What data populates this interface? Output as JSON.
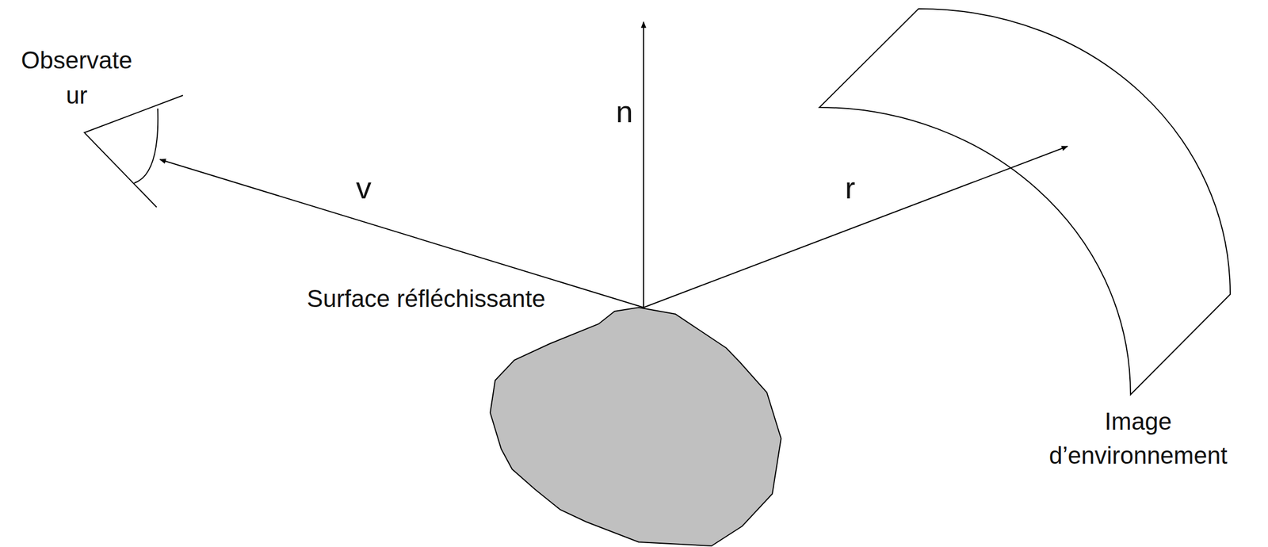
{
  "diagram": {
    "labels": [
      "Observate ur",
      "n",
      "v",
      "r",
      "Surface réfléchissante",
      "Image d’environnement"
    ]
  }
}
